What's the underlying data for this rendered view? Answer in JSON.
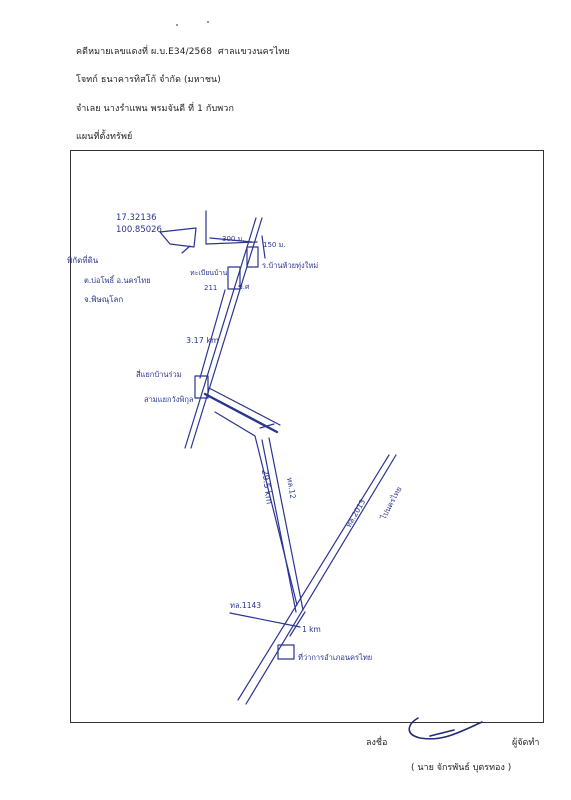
{
  "header": {
    "case_line": "คดีหมายเลขแดงที่ ผ.บ.E34/2568",
    "court": "ศาลแขวงนครไทย",
    "plaintiff_line": "โจทก์ ธนาคารทิสโก้ จำกัด (มหาชน)",
    "defendant_line": "จำเลย นางรำแพน พรมจันดี ที่ 1 กับพวก",
    "map_title": "แผนที่ตั้งทรัพย์"
  },
  "map": {
    "coordinates": [
      "17.32136",
      "100.85026"
    ],
    "distances": {
      "to_property": "300 ม.",
      "small": "150 ม.",
      "road_segment": "3.17 km",
      "long_segment": "29.5 km",
      "short_segment": "1 km"
    },
    "labels": {
      "property": "พิกัดที่ดิน",
      "road_number": "ทล.1143",
      "district": "ต.บ่อโพธิ์ อ.นครไทย",
      "province": "จ.พิษณุโลก",
      "village_sign": "ร.บ้านห้วยทุ่งใหม่",
      "mark_a": "ทะเบียนบ้าน",
      "mark_b": "211",
      "mark_c": "ข.ศ",
      "market": "สี่แยกบ้านร่วม",
      "junction": "สามแยกวังพิกุล",
      "hwy_12": "ทล.12",
      "hwy_2013": "ทล.2013",
      "hwy_1143": "ทล.1143",
      "to_city": "ไปนครไทย",
      "district_office": "ที่ว่าการอำเภอนครไทย"
    }
  },
  "signature": {
    "label": "ลงชื่อ",
    "role": "ผู้จัดทำ",
    "name": "(  นาย จักรพันธ์  บุตรทอง  )"
  }
}
